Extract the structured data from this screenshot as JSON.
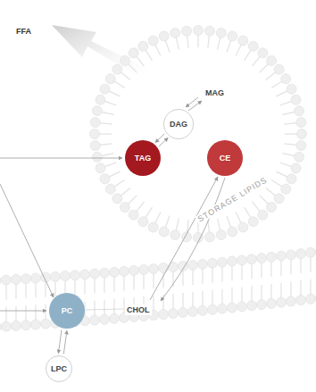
{
  "diagram": {
    "nodes": [
      {
        "text": [
          "TAG"
        ]
      },
      {
        "text": [
          "DAG"
        ]
      },
      {
        "text": [
          "CE"
        ]
      },
      {
        "text": [
          "PC"
        ]
      },
      {
        "text": [
          "LPC"
        ]
      }
    ],
    "edges": [
      {
        "from": 0,
        "to": 1,
        "arrow": "to"
      },
      {
        "from": 1,
        "to": 0,
        "arrow": "to"
      },
      {
        "from": 3,
        "to": 4,
        "arrow": "to"
      },
      {
        "from": 4,
        "to": 3,
        "arrow": "to"
      }
    ],
    "labels": [
      "FFA",
      "MAG",
      "STORAGE LIPIDS",
      "CHOL"
    ]
  }
}
